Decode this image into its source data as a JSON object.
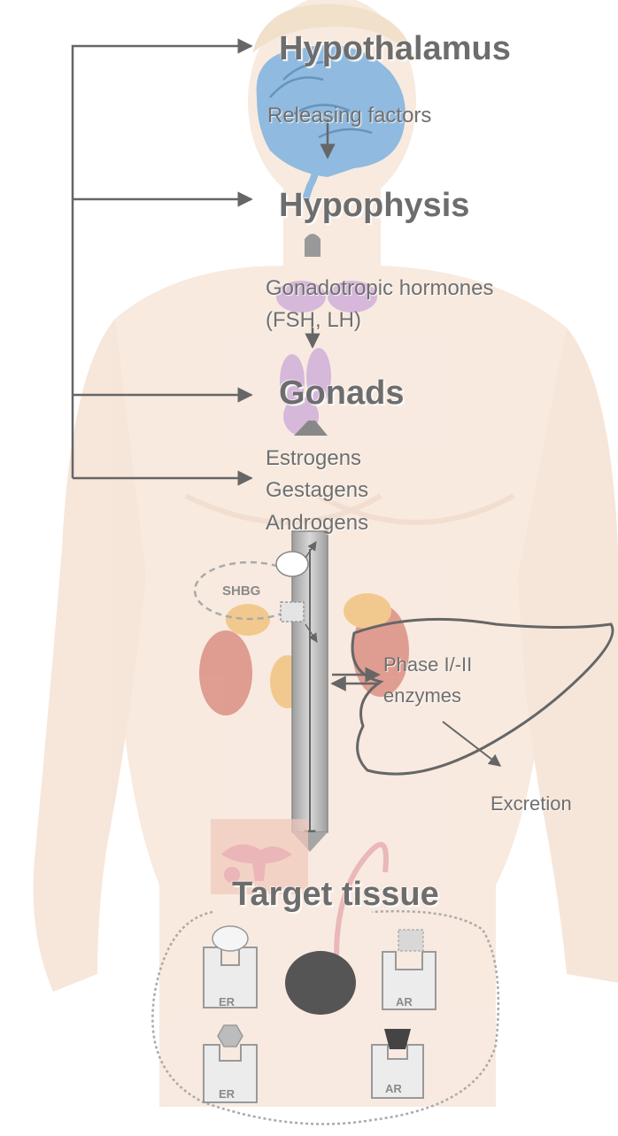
{
  "labels": {
    "hypothalamus": "Hypothalamus",
    "releasing_factors": "Releasing factors",
    "hypophysis": "Hypophysis",
    "gonadotropic_line1": "Gonadotropic hormones",
    "gonadotropic_line2": "(FSH, LH)",
    "gonads": "Gonads",
    "estrogens": "Estrogens",
    "gestagens": "Gestagens",
    "androgens": "Androgens",
    "shbg": "SHBG",
    "phase_line1": "Phase I/-II",
    "phase_line2": "enzymes",
    "excretion": "Excretion",
    "target_tissue": "Target tissue",
    "receptor_er_1": "ER",
    "receptor_er_2": "ER",
    "receptor_ar_1": "AR",
    "receptor_ar_2": "AR"
  },
  "colors": {
    "skin": "#f3d9c6",
    "skin_shadow": "#e8c4aa",
    "brain": "#7fb2e0",
    "gland": "#c9a3d9",
    "kidney": "#d98a7e",
    "adrenal": "#f0c27a",
    "uterus": "#e6a1a8",
    "arrow": "#666666",
    "tube": "#b8b8b8",
    "label": "#6f6f6f"
  }
}
